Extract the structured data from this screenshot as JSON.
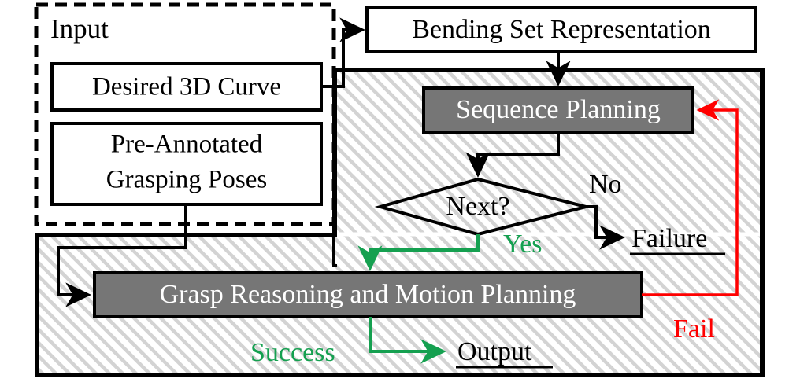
{
  "diagram": {
    "title": "Bending Pipeline Flowchart",
    "colors": {
      "green": "#15a050",
      "red": "#ff0000",
      "grey_box": "#767676",
      "black": "#000000",
      "hatch": "#c9c9c9"
    }
  },
  "input_group": {
    "label": "Input",
    "boxes": [
      {
        "label": "Desired 3D Curve"
      },
      {
        "label_line1": "Pre-Annotated",
        "label_line2": "Grasping Poses"
      }
    ]
  },
  "nodes": {
    "bending_set": "Bending Set Representation",
    "sequence_planning": "Sequence Planning",
    "decision": "Next?",
    "grasp_motion": "Grasp Reasoning and Motion Planning",
    "failure": "Failure",
    "output": "Output"
  },
  "edge_labels": {
    "no": "No",
    "yes": "Yes",
    "success": "Success",
    "fail": "Fail"
  }
}
